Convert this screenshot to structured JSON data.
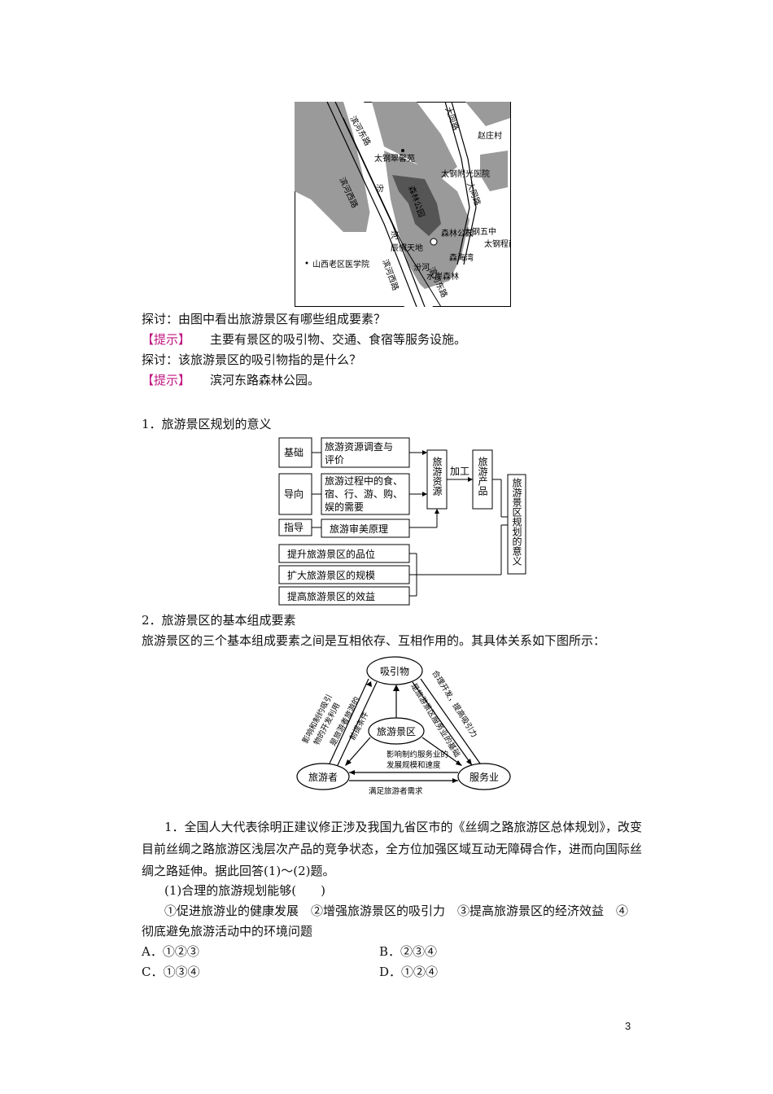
{
  "map": {
    "roads": {
      "binhe_dong": "滨河东路",
      "binhe_xi": "滨河西路",
      "binhe_xi2": "滨河西路",
      "binhe_dong2": "滨河东路",
      "datong": "大同路",
      "datong2": "大同路"
    },
    "places": {
      "zhaozhuang": "赵庄村",
      "cuixin": "太钢翠馨苑",
      "hospital": "太钢附光医院",
      "forest_park": "森林公园",
      "forest_park2": "森林公园",
      "school5": "太钢五中",
      "south_area": "太钢程南小区",
      "chenguan": "辰慣天地",
      "senhai": "森海湾",
      "shuian": "水岸森林",
      "shanxi_med": "山西老区医学院"
    },
    "river": {
      "fen": "汾",
      "he": "河",
      "fenhe": "汾河"
    }
  },
  "discussion": [
    {
      "q": "探讨：由图中看出旅游景区有哪些组成要素？",
      "tag": "【提示】",
      "a": "主要有景区的吸引物、交通、食宿等服务设施。"
    },
    {
      "q": "探讨：该旅游景区的吸引物指的是什么？",
      "tag": "【提示】",
      "a": "滨河东路森林公园。"
    }
  ],
  "section1": {
    "heading": "1．旅游景区规划的意义",
    "left": {
      "base": "基础",
      "guide": "导向",
      "direct": "指导"
    },
    "mid": {
      "survey1": "旅游资源调查与",
      "survey2": "评价",
      "need1": "旅游过程中的食、",
      "need2": "宿、行、游、购、",
      "need3": "娱的需要",
      "aesthetic": "旅游审美原理"
    },
    "resource": "旅游资源",
    "process": "加工",
    "product": "旅游产品",
    "meaning": "旅游景区规划的意义",
    "effects": [
      "提升旅游景区的品位",
      "扩大旅游景区的规模",
      "提高旅游景区的效益"
    ]
  },
  "section2": {
    "heading": "2．旅游景区的基本组成要素",
    "intro": "旅游景区的三个基本组成要素之间是互相依存、互相作用的。其具体关系如下图所示：",
    "nodes": {
      "attraction": "吸引物",
      "tourist": "旅游者",
      "service": "服务业",
      "center": "旅游景区"
    },
    "labels": {
      "left_a": "影响和制约吸引",
      "left_b": "物的开发利用",
      "left_c": "是旅游者旅游的",
      "left_d": "前提条件",
      "right_a": "合理开发，提高吸引力",
      "right_b": "是旅游景区服务业的基础",
      "bottom_a": "影响制约服务业的",
      "bottom_b": "发展规模和速度",
      "bottom_c": "满足旅游者需求"
    }
  },
  "question": {
    "stem1": "1．全国人大代表徐明正建议修正涉及我国九省区市的《丝绸之路旅游区总体规划》，改变",
    "stem2": "目前丝绸之路旅游区浅层次产品的竞争状态，全方位加强区域互动无障碍合作，进而向国际丝",
    "stem3": "绸之路延伸。据此回答(1)～(2)题。",
    "sub": "(1)合理的旅游规划能够(　　)",
    "opts1": "①促进旅游业的健康发展　②增强旅游景区的吸引力　③提高旅游景区的经济效益　④",
    "opts2": "彻底避免旅游活动中的环境问题",
    "choices": {
      "A": "A．①②③",
      "B": "B．②③④",
      "C": "C．①③④",
      "D": "D．①②④"
    }
  },
  "page_number": "3"
}
